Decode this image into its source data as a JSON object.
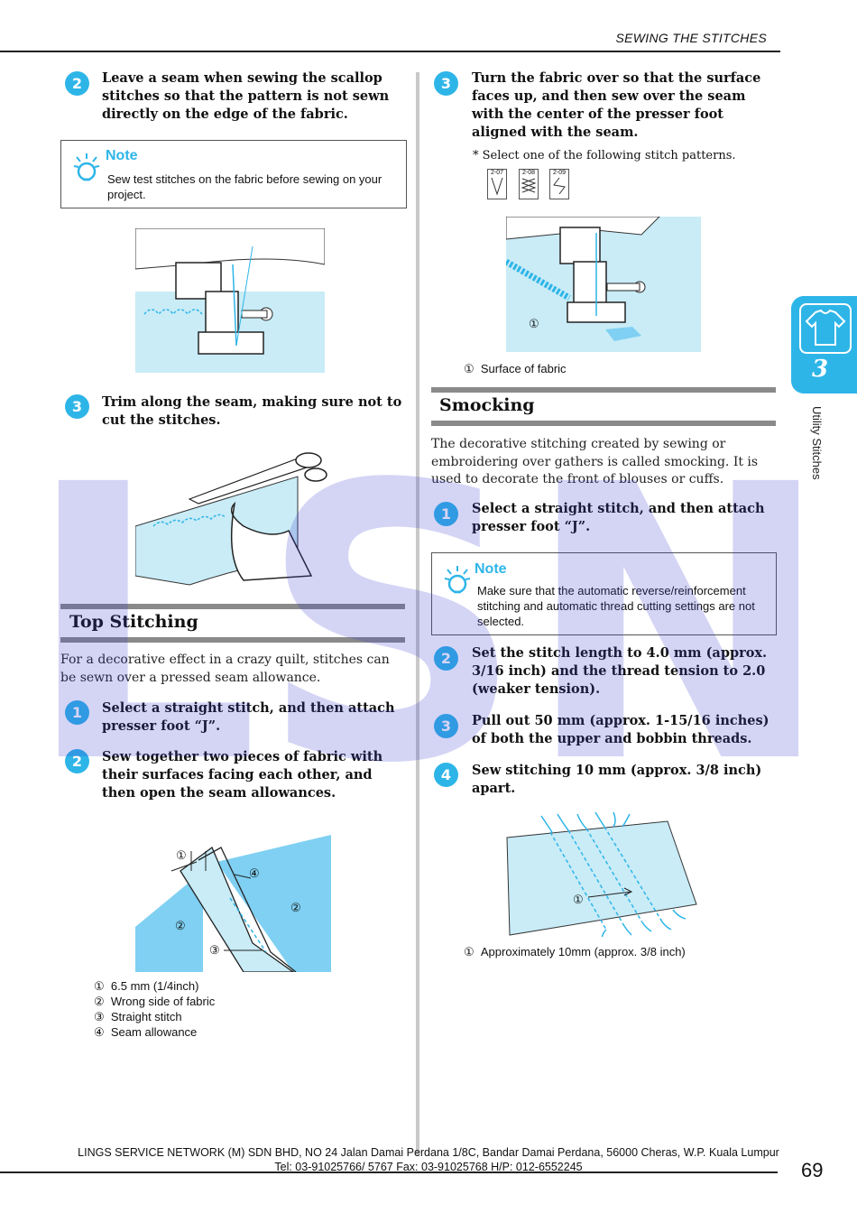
{
  "header": {
    "title": "SEWING THE STITCHES"
  },
  "left": {
    "step_a": {
      "num": "2",
      "text": "Leave a seam when sewing the scallop stitches so that the pattern is not sewn directly on the edge of the fabric."
    },
    "note1": {
      "label": "Note",
      "text": "Sew test stitches on the fabric before sewing on your project."
    },
    "step_b": {
      "num": "3",
      "text": "Trim along the seam, making sure not to cut the stitches."
    },
    "section": {
      "title": "Top Stitching",
      "intro": "For a decorative effect in a crazy quilt, stitches can be sewn over a pressed seam allowance.",
      "step1": {
        "num": "1",
        "text": "Select a straight stitch, and then attach presser foot “J”."
      },
      "step2": {
        "num": "2",
        "text": "Sew together two pieces of fabric with their surfaces facing each other, and then open the seam allowances."
      },
      "legend": [
        {
          "marker": "①",
          "text": "6.5 mm (1/4inch)"
        },
        {
          "marker": "②",
          "text": "Wrong side of fabric"
        },
        {
          "marker": "③",
          "text": "Straight stitch"
        },
        {
          "marker": "④",
          "text": "Seam allowance"
        }
      ],
      "fig_labels": {
        "a": "①",
        "b": "②",
        "c": "③",
        "d": "④"
      }
    }
  },
  "right": {
    "step_c": {
      "num": "3",
      "text": "Turn the fabric over so that the surface faces up, and then sew over the seam with the center of the presser foot aligned with the seam."
    },
    "select_note": "*  Select one of the following stitch patterns.",
    "stitch_codes": [
      "2-07",
      "2-08",
      "2-09"
    ],
    "fig_label": "①",
    "legend1": {
      "marker": "①",
      "text": "Surface of fabric"
    },
    "section": {
      "title": "Smocking",
      "intro": "The decorative stitching created by sewing or embroidering over gathers is called smocking. It is used to decorate the front of blouses or cuffs.",
      "step1": {
        "num": "1",
        "text": "Select a straight stitch, and then attach presser foot “J”."
      },
      "note": {
        "label": "Note",
        "text": "Make sure that the automatic reverse/reinforcement stitching and automatic thread cutting settings are not selected."
      },
      "step2": {
        "num": "2",
        "text": "Set the stitch length to 4.0 mm (approx. 3/16 inch) and the thread tension to 2.0 (weaker tension)."
      },
      "step3": {
        "num": "3",
        "text": "Pull out 50 mm (approx. 1-15/16 inches) of both the upper and bobbin threads."
      },
      "step4": {
        "num": "4",
        "text": "Sew stitching 10 mm (approx. 3/8 inch) apart."
      },
      "fig_label": "①",
      "legend": {
        "marker": "①",
        "text": "Approximately 10mm (approx. 3/8 inch)"
      }
    }
  },
  "side_tab": {
    "number": "3",
    "label": "Utility Stitches"
  },
  "watermark": {
    "text": "LSN"
  },
  "footer": {
    "line1": "LINGS SERVICE NETWORK (M) SDN BHD, NO 24 Jalan Damai Perdana 1/8C, Bandar Damai Perdana, 56000 Cheras, W.P. Kuala Lumpur",
    "line2": "Tel: 03-91025766/ 5767     Fax: 03-91025768     H/P: 012-6552245",
    "page": "69"
  },
  "colors": {
    "accent": "#2eb5e8",
    "fabric": "#c9ecf7",
    "fabric_dark": "#7fd0f2",
    "watermark": "#3b3bd0"
  }
}
